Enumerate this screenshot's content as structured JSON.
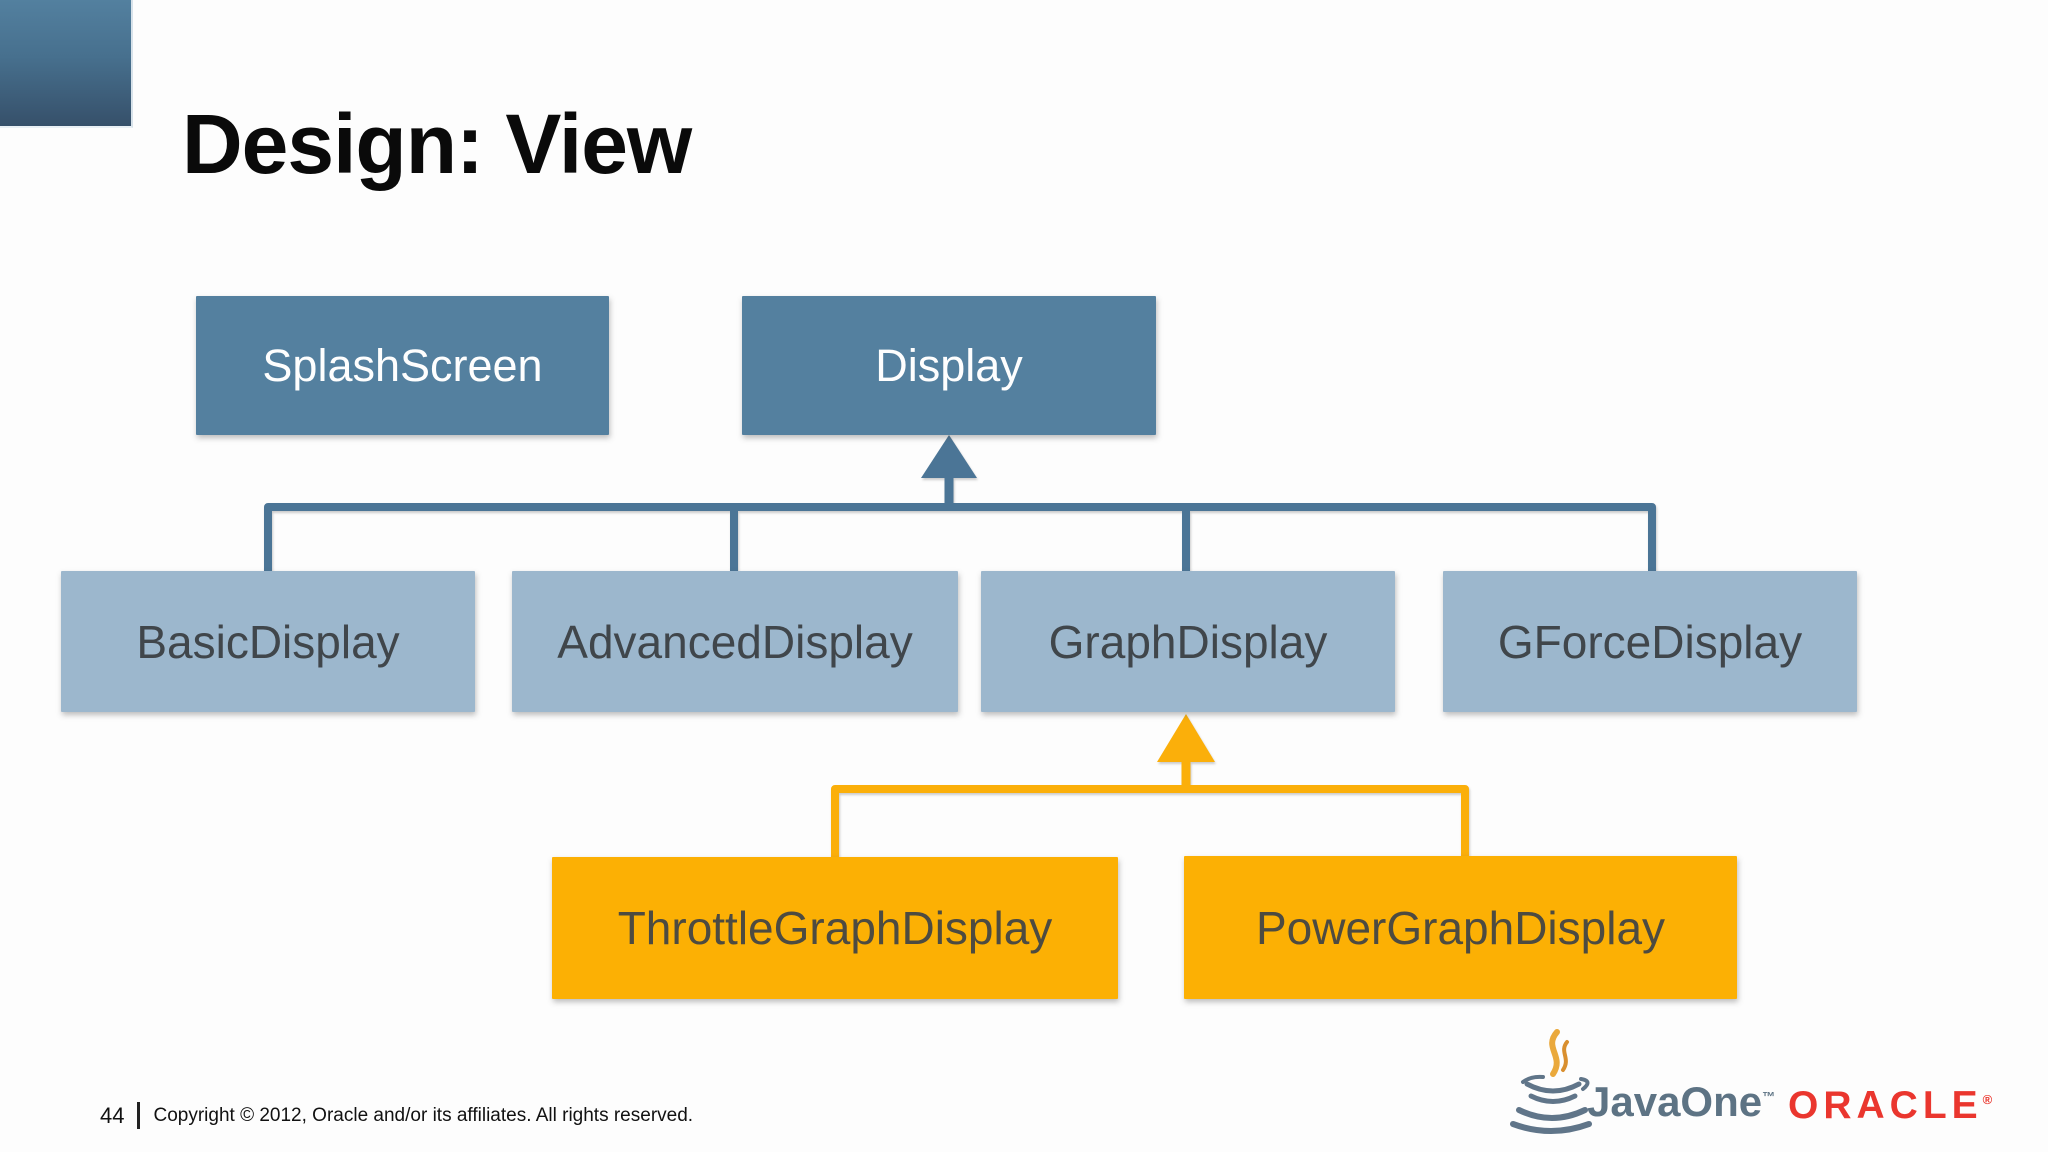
{
  "title": "Design: View",
  "diagram": {
    "level1": [
      {
        "label": "SplashScreen"
      },
      {
        "label": "Display"
      }
    ],
    "level2": [
      {
        "label": "BasicDisplay"
      },
      {
        "label": "AdvancedDisplay"
      },
      {
        "label": "GraphDisplay"
      },
      {
        "label": "GForceDisplay"
      }
    ],
    "level3": [
      {
        "label": "ThrottleGraphDisplay"
      },
      {
        "label": "PowerGraphDisplay"
      }
    ],
    "relations": [
      {
        "parent": "Display",
        "children": [
          "BasicDisplay",
          "AdvancedDisplay",
          "GraphDisplay",
          "GForceDisplay"
        ],
        "connector_color": "#4b7596"
      },
      {
        "parent": "GraphDisplay",
        "children": [
          "ThrottleGraphDisplay",
          "PowerGraphDisplay"
        ],
        "connector_color": "#fbaf0a"
      }
    ]
  },
  "footer": {
    "page_number": "44",
    "copyright": "Copyright © 2012, Oracle and/or its affiliates. All rights reserved."
  },
  "logos": {
    "javaone": {
      "text": "JavaOne",
      "tm": "™"
    },
    "oracle": {
      "text": "ORACLE",
      "registered": "®"
    }
  },
  "colors": {
    "parent_box": "#54809f",
    "child_box": "#9cb7cd",
    "grandchild_box": "#fcb004",
    "blue_connector": "#4b7596",
    "orange_connector": "#fbaf0a",
    "corner_gradient_top": "#53809f",
    "corner_gradient_bottom": "#36506a",
    "title_text": "#0a0a0a",
    "parent_text": "#fefefe",
    "child_text": "#40464b",
    "grandchild_text": "#4d4b41",
    "javaone_gray": "#5d7384",
    "oracle_red": "#ea362e"
  }
}
